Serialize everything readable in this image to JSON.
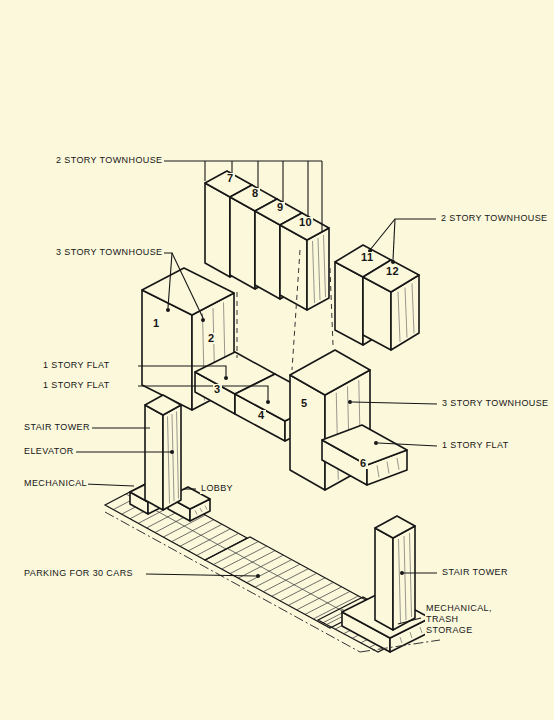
{
  "diagram": {
    "labels": [
      "2 STORY TOWNHOUSE",
      "7",
      "8",
      "9",
      "10",
      "2 STORY TOWNHOUSE",
      "11",
      "12",
      "3 STORY TOWNHOUSE",
      "1",
      "2",
      "1 STORY FLAT",
      "1 STORY FLAT",
      "3",
      "4",
      "5",
      "3 STORY TOWNHOUSE",
      "STAIR TOWER",
      "ELEVATOR",
      "MECHANICAL",
      "LOBBY",
      "1 STORY FLAT",
      "6",
      "PARKING FOR 30 CARS",
      "STAIR TOWER",
      "MECHANICAL, TRASH STORAGE"
    ]
  }
}
